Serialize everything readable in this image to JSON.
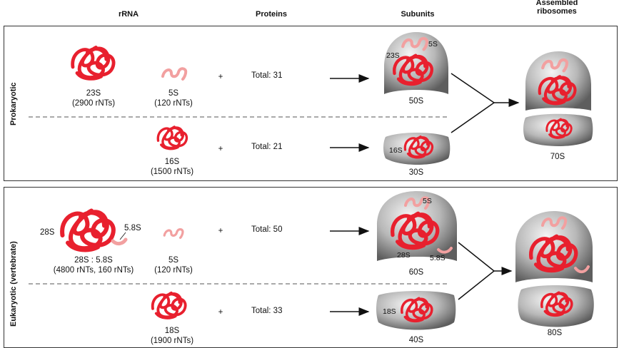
{
  "headers": {
    "rrna": "rRNA",
    "proteins": "Proteins",
    "subunits": "Subunits",
    "assembled": "Assembled ribosomes"
  },
  "prokaryotic": {
    "side_label": "Prokaryotic",
    "large": {
      "rrna_main": {
        "name": "23S",
        "size": "(2900 rNTs)"
      },
      "rrna_small": {
        "name": "5S",
        "size": "(120 rNTs)"
      },
      "plus": "+",
      "proteins": "Total: 31",
      "subunit": "50S",
      "inner_labels": [
        "23S",
        "5S"
      ]
    },
    "small": {
      "rrna": {
        "name": "16S",
        "size": "(1500 rNTs)"
      },
      "plus": "+",
      "proteins": "Total: 21",
      "subunit": "30S",
      "inner_labels": [
        "16S"
      ]
    },
    "assembled": "70S"
  },
  "eukaryotic": {
    "side_label": "Eukaryotic (vertebrate)",
    "large": {
      "rrna_main_tags": [
        "28S",
        "5.8S"
      ],
      "rrna_main": {
        "name": "28S : 5.8S",
        "size": "(4800 rNTs, 160 rNTs)"
      },
      "rrna_small": {
        "name": "5S",
        "size": "(120 rNTs)"
      },
      "plus": "+",
      "proteins": "Total: 50",
      "subunit": "60S",
      "inner_labels": [
        "5S",
        "28S",
        "5.8S"
      ]
    },
    "small": {
      "rrna": {
        "name": "18S",
        "size": "(1900 rNTs)"
      },
      "plus": "+",
      "proteins": "Total: 33",
      "subunit": "40S",
      "inner_labels": [
        "18S"
      ]
    },
    "assembled": "80S"
  },
  "colors": {
    "rrna_red": "#e8202e",
    "rrna_pink": "#f2a0a0",
    "subunit_gray": "#a8a8a8"
  }
}
